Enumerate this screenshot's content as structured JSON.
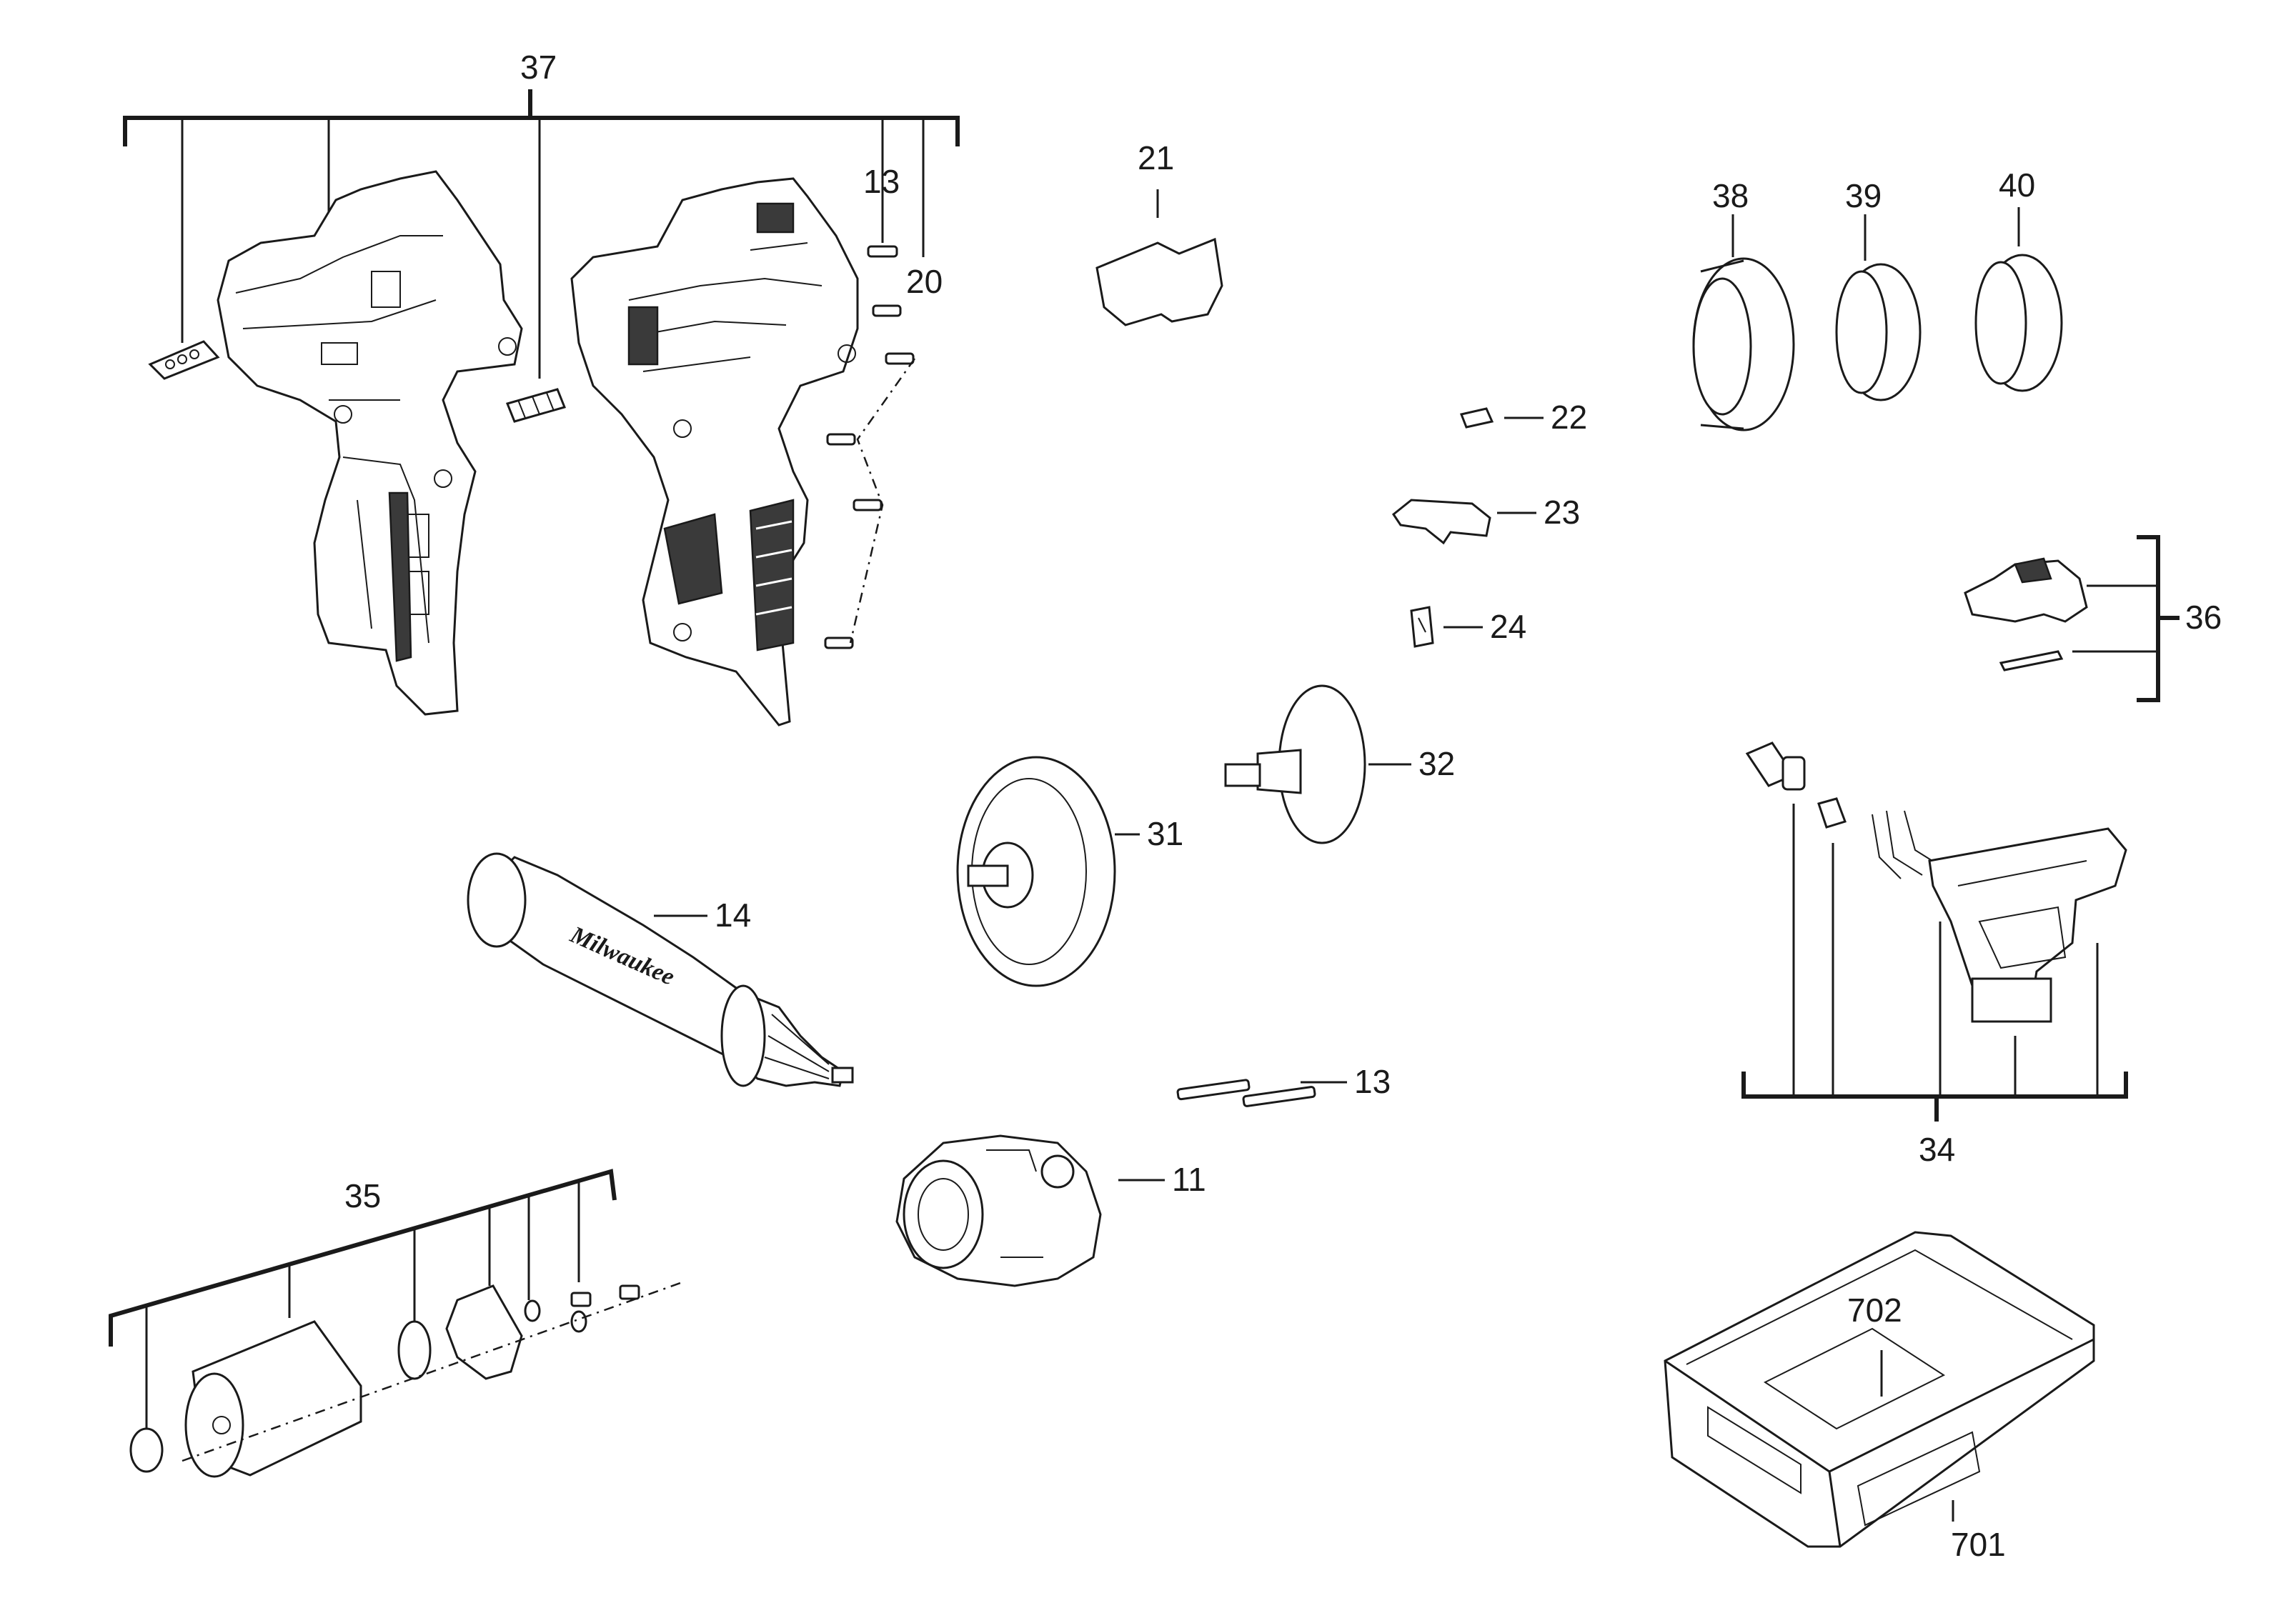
{
  "diagram": {
    "callouts": {
      "c37": "37",
      "c13a": "13",
      "c20": "20",
      "c21": "21",
      "c38": "38",
      "c39": "39",
      "c40": "40",
      "c22": "22",
      "c23": "23",
      "c24": "24",
      "c36": "36",
      "c32": "32",
      "c31": "31",
      "c14": "14",
      "c13b": "13",
      "c11": "11",
      "c35": "35",
      "c34": "34",
      "c702": "702",
      "c701": "701"
    },
    "logo_text": "Milwaukee"
  }
}
